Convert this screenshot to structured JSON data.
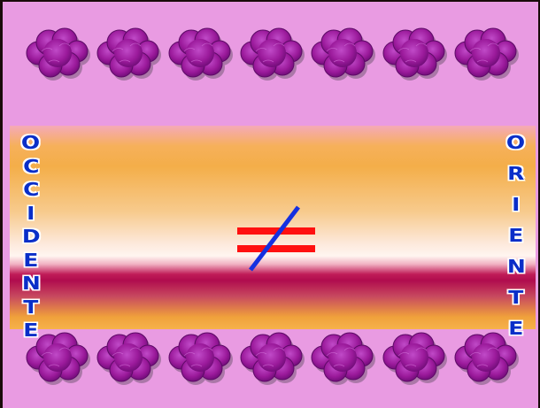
{
  "left_word": {
    "letters": [
      "O",
      "C",
      "C",
      "I",
      "D",
      "E",
      "N",
      "T",
      "E"
    ]
  },
  "right_word": {
    "letters": [
      "O",
      "R",
      "I",
      "E",
      "N",
      "T",
      "E"
    ]
  },
  "symbol": {
    "name": "not-equal-sign",
    "bar_color": "#ff1010",
    "slash_color": "#1530e0"
  },
  "colors": {
    "background": "#e99be2",
    "cloud": "#9b1a9b",
    "letters": "#0a2ec8"
  }
}
